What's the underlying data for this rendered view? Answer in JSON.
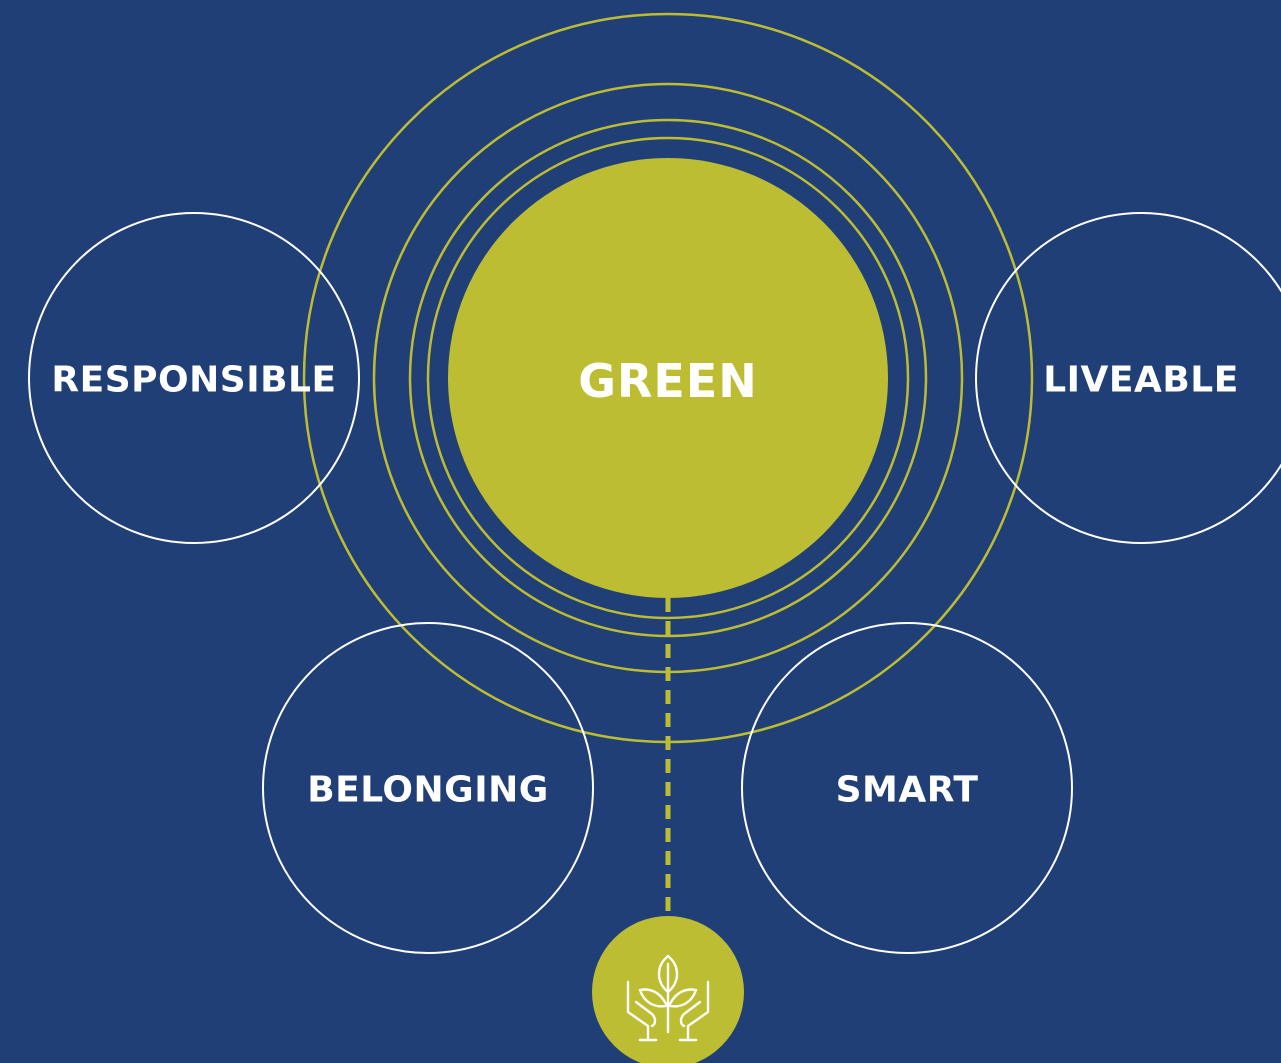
{
  "diagram": {
    "center_label": "GREEN",
    "outer_labels": {
      "responsible": "RESPONSIBLE",
      "liveable": "LIVEABLE",
      "belonging": "BELONGING",
      "smart": "SMART"
    },
    "icon": "hands-holding-plant-icon"
  },
  "colors": {
    "background": "#213F77",
    "accent": "#BDBD33",
    "outline": "#FFFFFF"
  }
}
